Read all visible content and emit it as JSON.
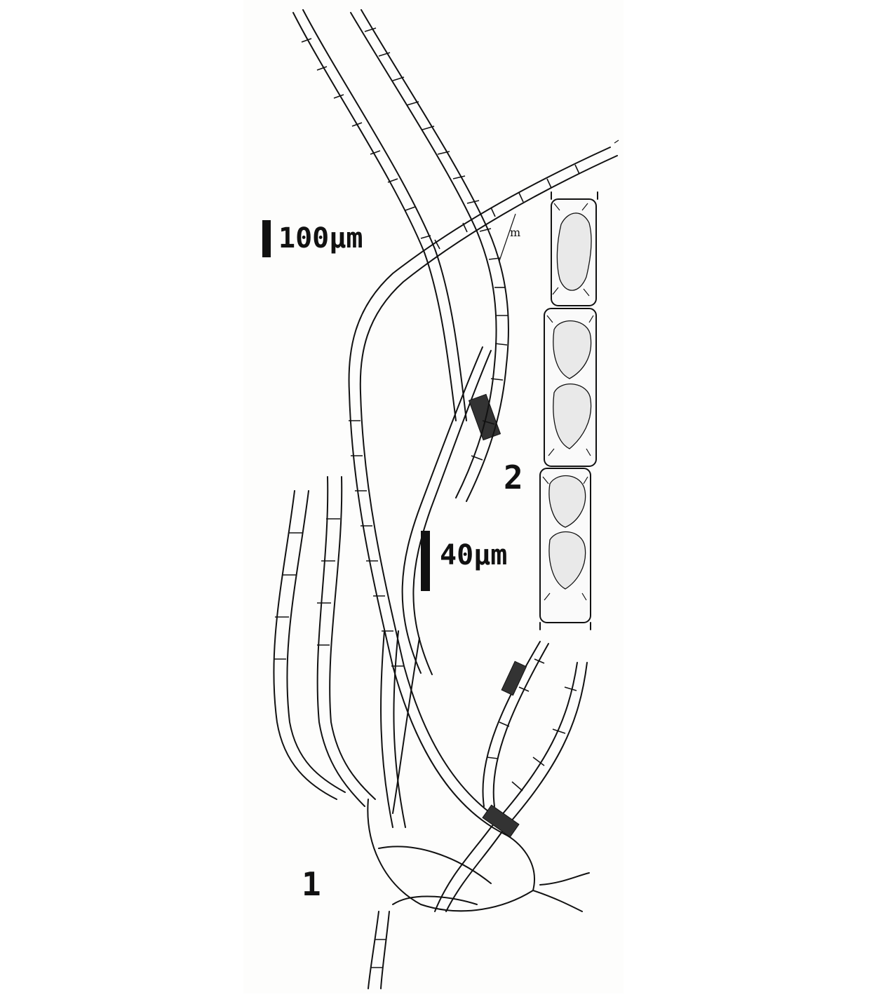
{
  "figure": {
    "panels": [
      {
        "number": "1"
      },
      {
        "number": "2"
      }
    ],
    "scale_bars": [
      {
        "text": "100µm"
      },
      {
        "text": "40µm"
      }
    ],
    "annotation": "m"
  }
}
